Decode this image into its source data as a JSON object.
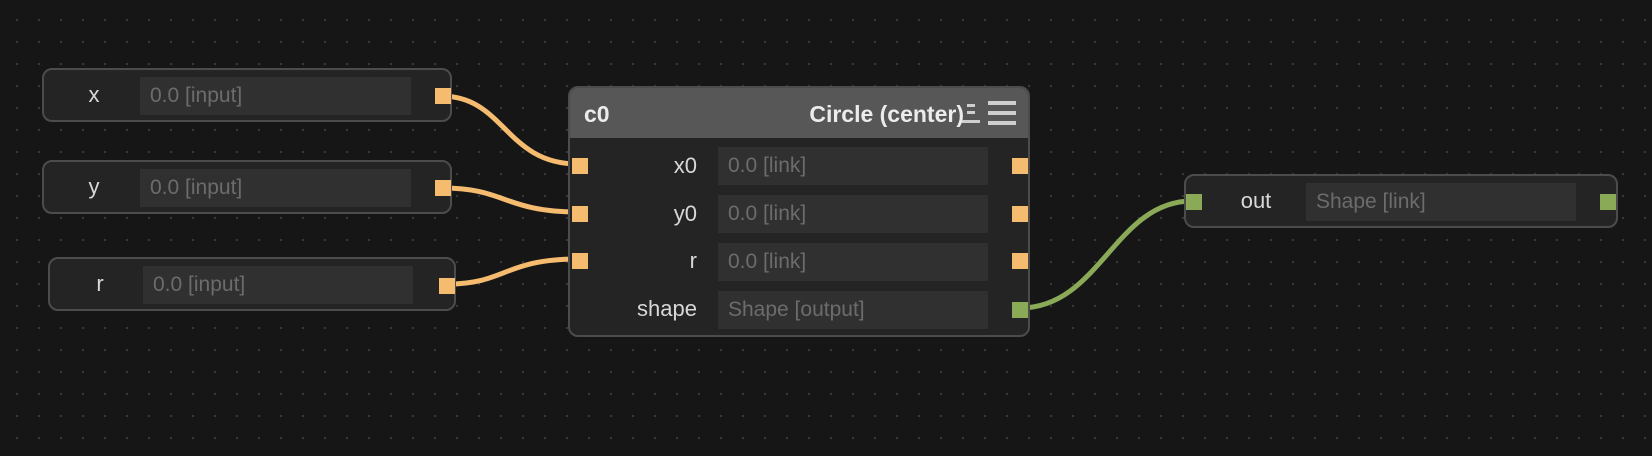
{
  "nodes": {
    "x_input": {
      "label": "x",
      "value": "0.0 [input]"
    },
    "y_input": {
      "label": "y",
      "value": "0.0 [input]"
    },
    "r_input": {
      "label": "r",
      "value": "0.0 [input]"
    },
    "circle": {
      "name": "c0",
      "title": "Circle (center)",
      "rows": [
        {
          "label": "x0",
          "value": "0.0 [link]"
        },
        {
          "label": "y0",
          "value": "0.0 [link]"
        },
        {
          "label": "r",
          "value": "0.0 [link]"
        },
        {
          "label": "shape",
          "value": "Shape [output]"
        }
      ]
    },
    "out": {
      "label": "out",
      "value": "Shape [link]"
    }
  },
  "colors": {
    "background": "#161616",
    "node_fill": "#242424",
    "node_border": "#4c4c4c",
    "header_fill": "#575757",
    "field_fill": "#303030",
    "number_port": "#f5bc6f",
    "shape_port": "#8aaa58",
    "number_wire": "#f5bc6f",
    "shape_wire": "#8aaa58"
  },
  "icons": {
    "type_icon": "node-type-icon",
    "menu_icon": "hamburger-menu-icon"
  }
}
